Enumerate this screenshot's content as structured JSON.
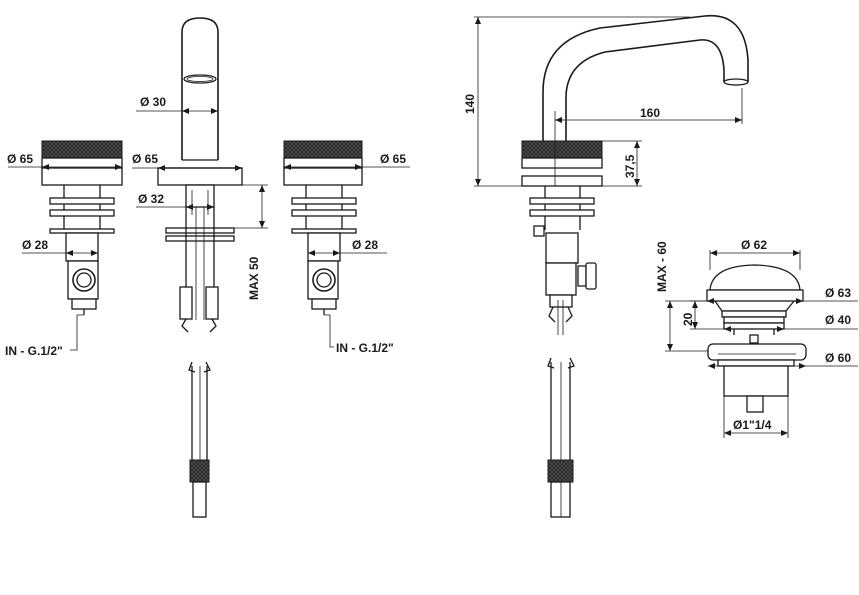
{
  "dimensions": {
    "left_handle_diameter": "Ø 65",
    "left_body_diameter": "Ø 28",
    "left_inlet": "IN - G.1/2\"",
    "spout_diameter": "Ø 30",
    "base_diameter": "Ø 65",
    "hole_diameter": "Ø 32",
    "max_thickness": "MAX 50",
    "right_handle_diameter": "Ø 65",
    "right_body_diameter": "Ø 28",
    "right_inlet": "IN - G.1/2\"",
    "side_height": "140",
    "side_reach": "160",
    "side_base_height": "37,5",
    "waste_max": "MAX - 60",
    "waste_cap": "Ø 62",
    "waste_flange": "Ø 63",
    "waste_height": "20",
    "waste_neck": "Ø 40",
    "waste_lower": "Ø 60",
    "waste_thread": "Ø1\"1/4"
  },
  "colors": {
    "line": "#1a1a1a",
    "knurl": "#2a2a2a",
    "background": "#ffffff"
  }
}
